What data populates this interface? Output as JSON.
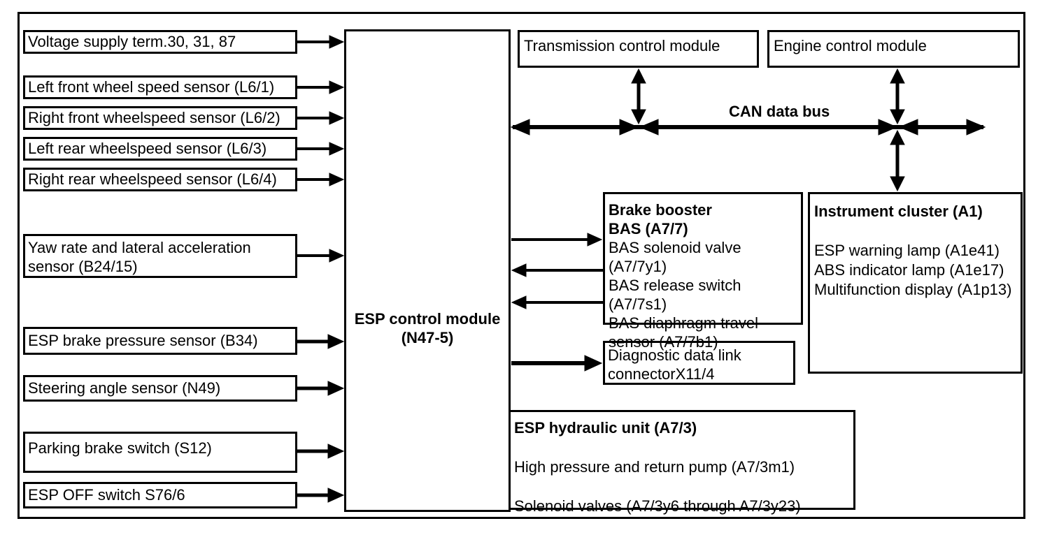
{
  "colors": {
    "ink": "#000000",
    "paper": "#ffffff"
  },
  "left_inputs": [
    {
      "label": "Voltage supply term.30, 31, 87"
    },
    {
      "label": "Left front wheel speed sensor (L6/1)"
    },
    {
      "label": "Right front wheelspeed sensor (L6/2)"
    },
    {
      "label": "Left rear wheelspeed sensor (L6/3)"
    },
    {
      "label": "Right rear wheelspeed sensor (L6/4)"
    },
    {
      "label": "Yaw rate and lateral acceleration sensor (B24/15)"
    },
    {
      "label": "ESP brake pressure sensor (B34)"
    },
    {
      "label": "Steering angle sensor (N49)"
    },
    {
      "label": "Parking brake switch (S12)"
    },
    {
      "label": "ESP OFF switch S76/6"
    }
  ],
  "esp_module": {
    "name_line1": "ESP control module",
    "name_line2": "(N47-5)"
  },
  "top_modules": {
    "transmission": "Transmission control module",
    "engine": "Engine control module"
  },
  "can_bus": {
    "label": "CAN data bus"
  },
  "brake_booster": {
    "title_lines": [
      "Brake booster",
      "BAS (A7/7)"
    ],
    "lines": [
      "BAS solenoid valve",
      "(A7/7y1)",
      "BAS release switch",
      "(A7/7s1)",
      "BAS diaphragm travel",
      "sensor (A7/7b1)"
    ]
  },
  "diagnostic_connector": {
    "lines": [
      "Diagnostic data link",
      "connectorX11/4"
    ]
  },
  "instrument_cluster": {
    "title": "Instrument cluster (A1)",
    "items": [
      "ESP warning lamp (A1e41)",
      "ABS indicator lamp (A1e17)",
      "Multifunction display (A1p13)"
    ]
  },
  "hydraulic_unit": {
    "title": "ESP hydraulic unit (A7/3)",
    "items": [
      "High pressure and return pump (A7/3m1)",
      "Solenoid valves (A7/3y6 through A7/3y23)"
    ]
  }
}
